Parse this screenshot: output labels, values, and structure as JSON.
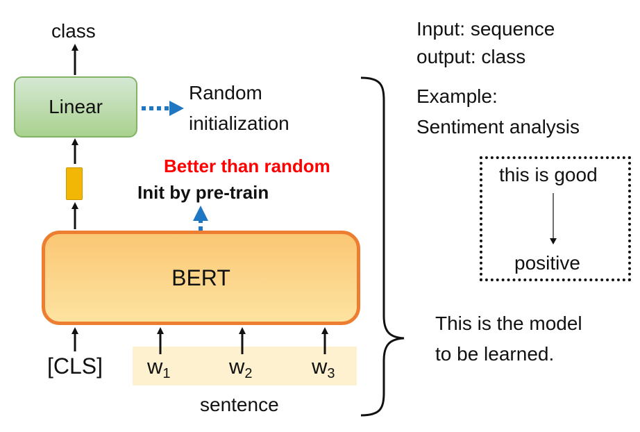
{
  "diagram": {
    "output_label": "class",
    "linear_label": "Linear",
    "random_init_line1": "Random",
    "random_init_line2": "initialization",
    "better_than_random": "Better than random",
    "init_by_pretrain": "Init by pre-train",
    "bert_label": "BERT",
    "cls_token": "[CLS]",
    "tokens": [
      {
        "base": "w",
        "sub": "1"
      },
      {
        "base": "w",
        "sub": "2"
      },
      {
        "base": "w",
        "sub": "3"
      }
    ],
    "sentence_label": "sentence"
  },
  "notes": {
    "input_line": "Input:  sequence",
    "output_line": "output: class",
    "example_line1": "Example:",
    "example_line2": "Sentiment analysis",
    "example_input": "this is good",
    "example_output": "positive",
    "model_line1": "This is the model",
    "model_line2": "to be learned."
  },
  "colors": {
    "linear_fill": "#a9d18e",
    "bert_fill": "#fbc774",
    "bert_border": "#ed7d31",
    "cls_vector": "#f2b705",
    "dotted_arrow": "#1f77c4",
    "highlight_text": "#ff0000",
    "sentence_band": "#fdf1d0"
  }
}
